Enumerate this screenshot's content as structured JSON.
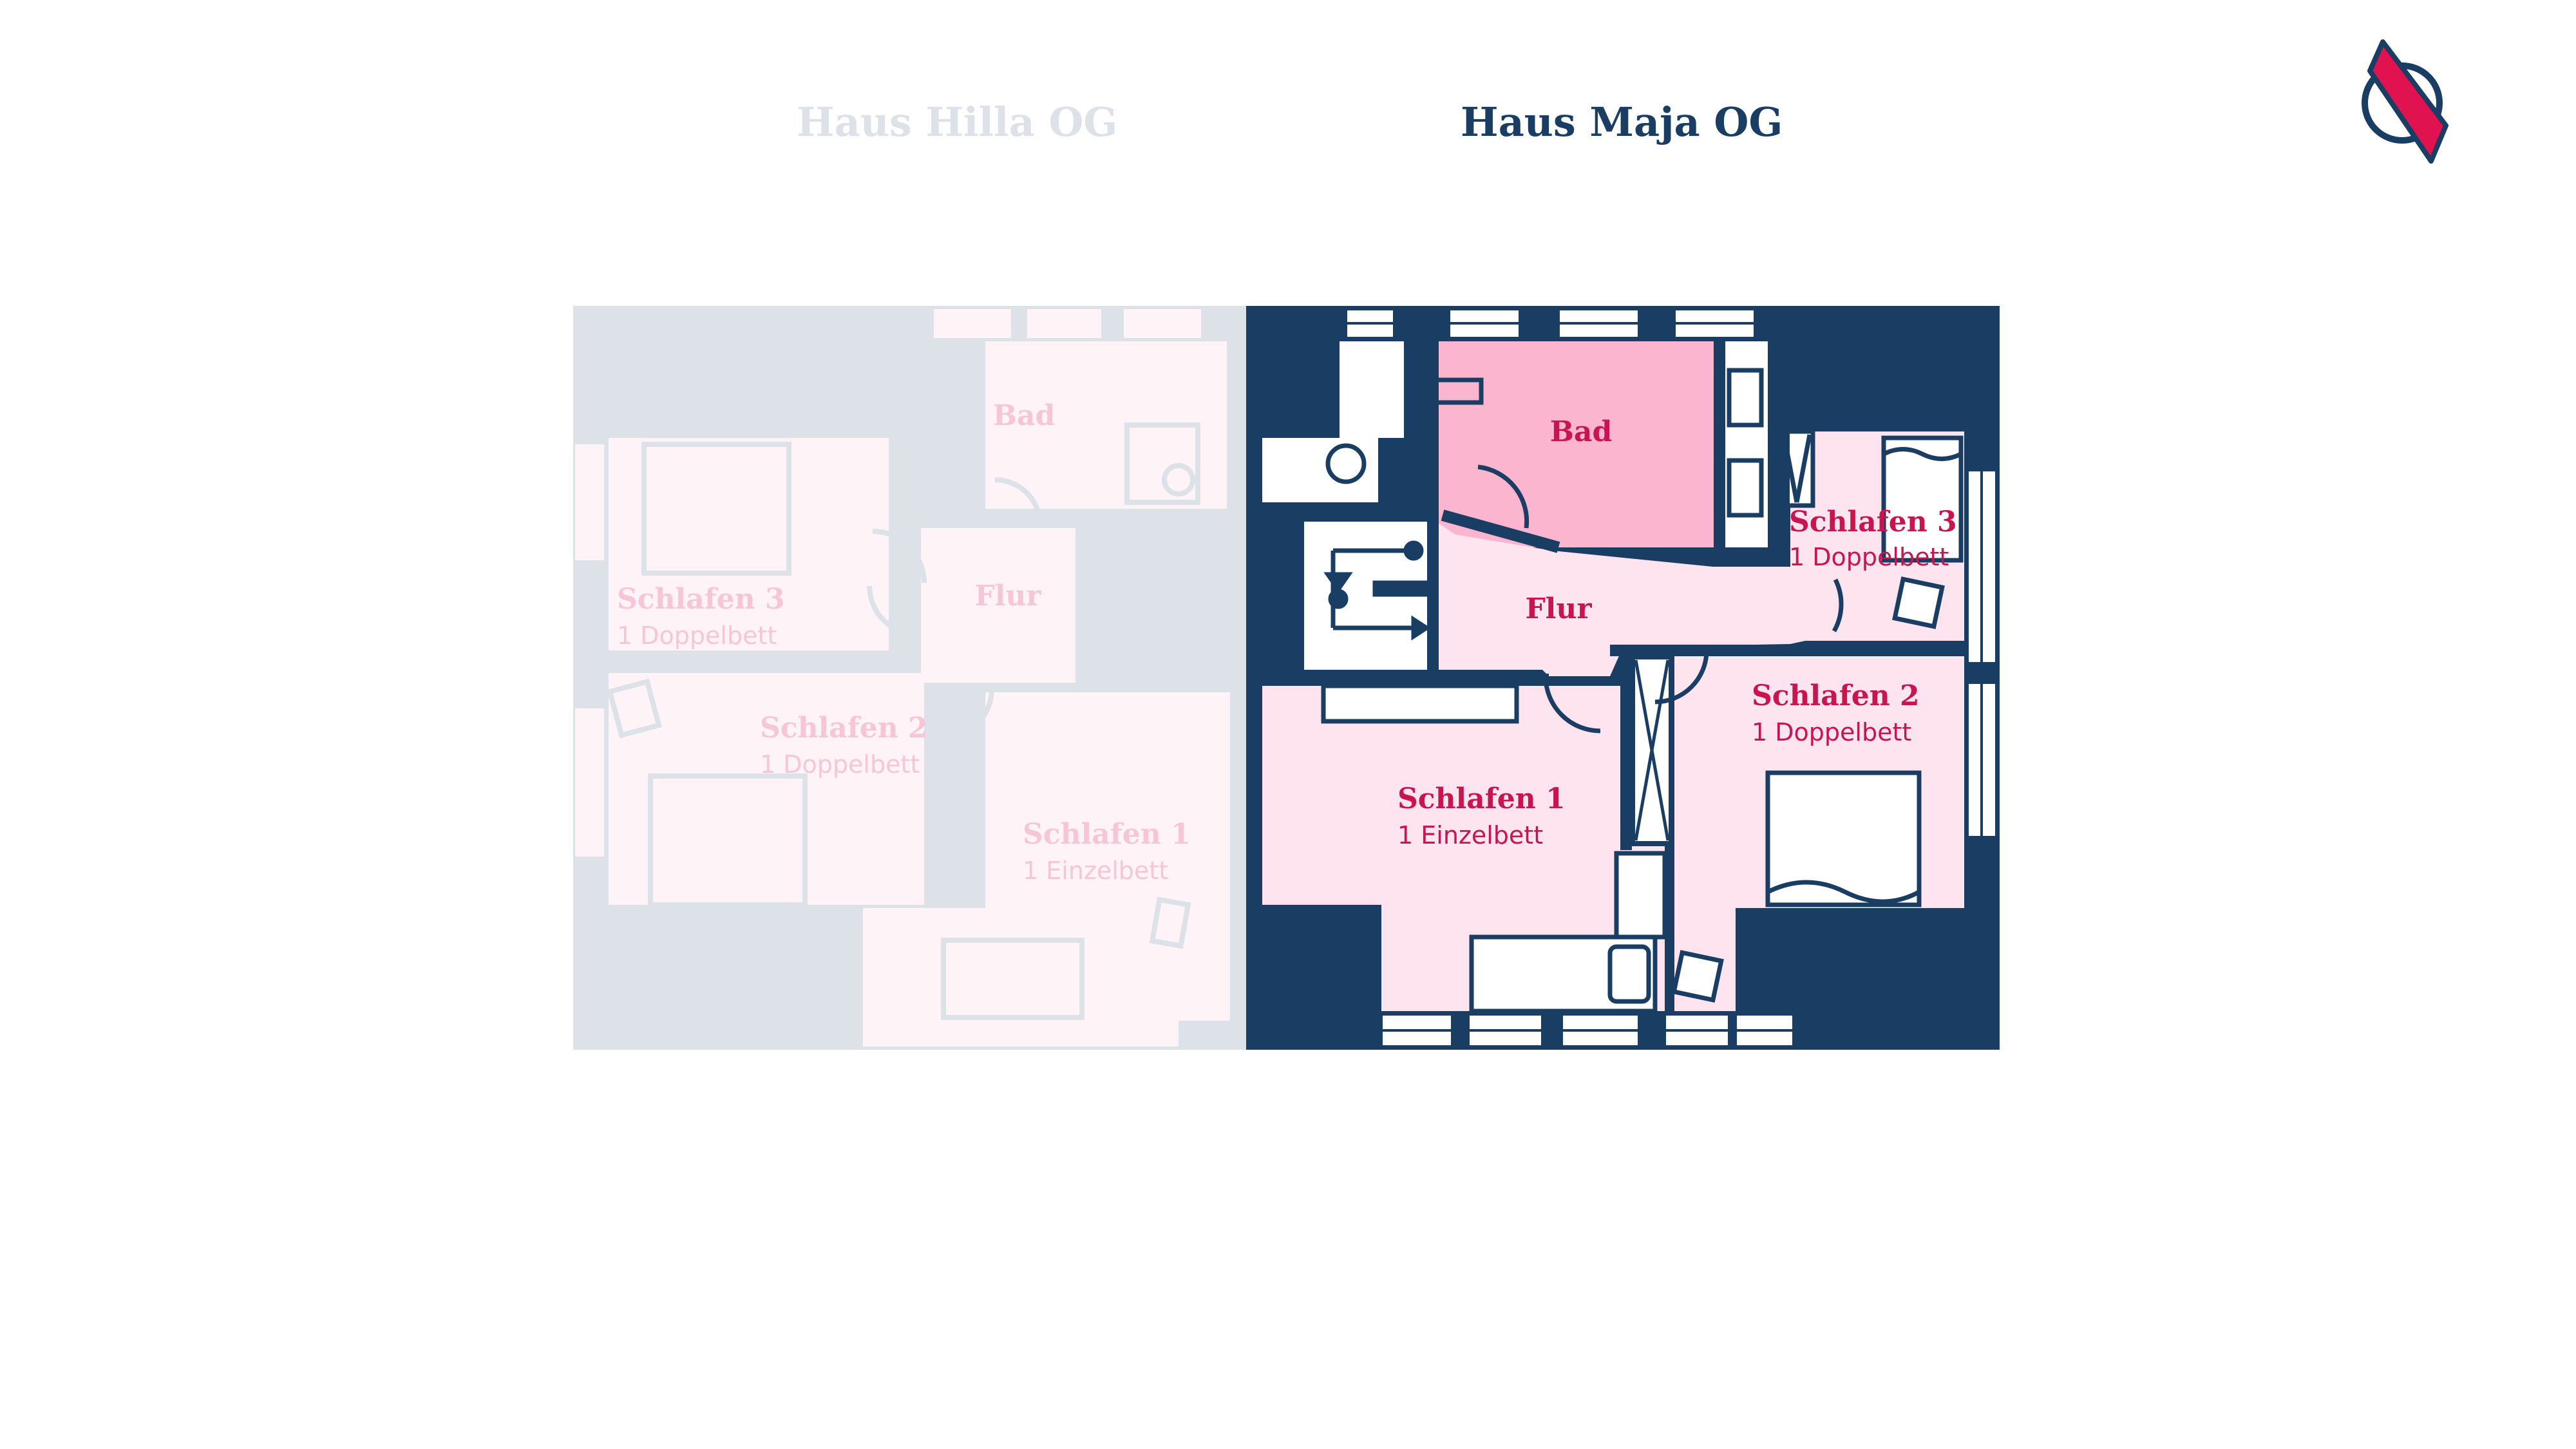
{
  "tabs": {
    "inactive": "Haus Hilla OG",
    "active": "Haus Maja OG"
  },
  "colors": {
    "wall_dark": "#1a3d63",
    "room_pink": "#fde4ee",
    "bath_pink": "#fbb5cf",
    "label_red": "#c8144f",
    "faded_wall": "#dde1e8",
    "faded_room": "#fef4f8",
    "faded_label": "#f7c6d6"
  },
  "logo": {
    "icon": "compass-needle-icon"
  },
  "maja": {
    "bad": "Bad",
    "flur": "Flur",
    "schlafen1": {
      "title": "Schlafen 1",
      "beds": "1 Einzelbett"
    },
    "schlafen2": {
      "title": "Schlafen 2",
      "beds": "1 Doppelbett"
    },
    "schlafen3": {
      "title": "Schlafen 3",
      "beds": "1 Doppelbett"
    }
  },
  "hilla": {
    "bad": "Bad",
    "flur": "Flur",
    "schlafen1": {
      "title": "Schlafen 1",
      "beds": "1 Einzelbett"
    },
    "schlafen2": {
      "title": "Schlafen 2",
      "beds": "1 Doppelbett"
    },
    "schlafen3": {
      "title": "Schlafen 3",
      "beds": "1 Doppelbett"
    }
  }
}
